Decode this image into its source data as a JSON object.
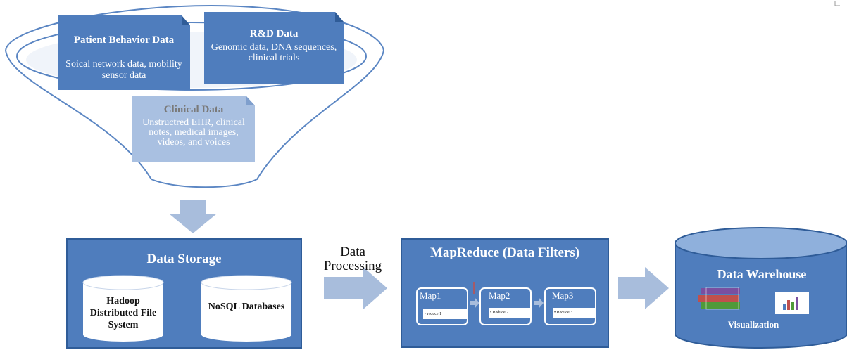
{
  "funnel": {
    "patient": {
      "title": "Patient Behavior Data",
      "body": "Soical network data, mobility sensor data"
    },
    "rnd": {
      "title": "R&D Data",
      "body": "Genomic data, DNA sequences, clinical trials"
    },
    "clinical": {
      "title": "Clinical Data",
      "body": "Unstructred EHR, clinical notes, medical images, videos, and voices"
    }
  },
  "storage": {
    "title": "Data Storage",
    "hadoop": "Hadoop Distributed File System",
    "nosql": "NoSQL Databases"
  },
  "processing_label": "Data Processing",
  "mapreduce": {
    "title": "MapReduce (Data Filters)",
    "maps": [
      {
        "label": "Map1",
        "reduce": "reduce 1"
      },
      {
        "label": "Map2",
        "reduce": "Reduce 2"
      },
      {
        "label": "Map3",
        "reduce": "Reduce 3"
      }
    ]
  },
  "warehouse": {
    "title": "Data Warehouse",
    "caption": "Visualization"
  },
  "colors": {
    "primary": "#4f7dbd",
    "dark": "#2f5c98",
    "light": "#a9c0e1",
    "arrow": "#a8bddc"
  }
}
